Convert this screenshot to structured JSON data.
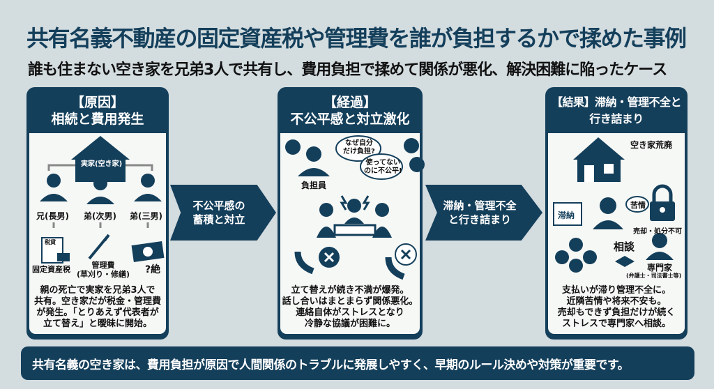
{
  "title": "共有名義不動産の固定資産税や管理費を誰が負担するかで揉めた事例",
  "subtitle": "誰も住まない空き家を兄弟3人で共有し、費用負担で揉めて関係が悪化、解決困難に陥ったケース",
  "panels": [
    {
      "header_line1": "【原因】",
      "header_line2": "相続と費用発生",
      "house_label": "実家(空き家)",
      "people": [
        "兄(長男)",
        "弟(次男)",
        "弟(三男)"
      ],
      "costs": [
        "固定資産税",
        "管理費\n(草刈り・修繕)",
        "?絶"
      ],
      "tax_doc_label": "税貸",
      "description": [
        "親の死亡で実家を兄弟3人で",
        "共有。空き家だが税金・管理費",
        "が発生。「とりあえず代表者が",
        "立て替え」と曖昧に開始。"
      ]
    },
    {
      "header_line1": "【経過】",
      "header_line2": "不公平感と対立激化",
      "payer_label": "負担員",
      "bubble1": "なぜ自分\nだけ負担?",
      "bubble2": "使ってない\nのに不公平!",
      "description": [
        "立て替えが続き不満が爆発。",
        "話し合いはまとまらず関係悪化。",
        "連絡自体がストレスとなり",
        "冷静な協議が困難に。"
      ]
    },
    {
      "header_line1": "【結果】滞納・管理不全と",
      "header_line2": "行き詰まり",
      "house_label": "空き家荒廃",
      "stamp": "滞納",
      "complaint": "苦情",
      "lock_label": "売却・処分不可",
      "consult": "相談",
      "expert": "専門家",
      "expert_sub": "(弁護士・司法書士等)",
      "description": [
        "支払いが滞り管理不全に。",
        "近隣苦情や将来不安も。",
        "売却もできず負担だけが続く",
        "ストレスで専門家へ相談。"
      ]
    }
  ],
  "arrows": [
    "不公平感の\n蓄積と対立",
    "滞納・管理不全\nと行き詰まり"
  ],
  "footer": "共有名義の空き家は、費用負担が原因で人間関係のトラブルに発展しやすく、早期のルール決めや対策が重要です。",
  "colors": {
    "navy": "#143f5b",
    "background": "#d3dcdf"
  }
}
